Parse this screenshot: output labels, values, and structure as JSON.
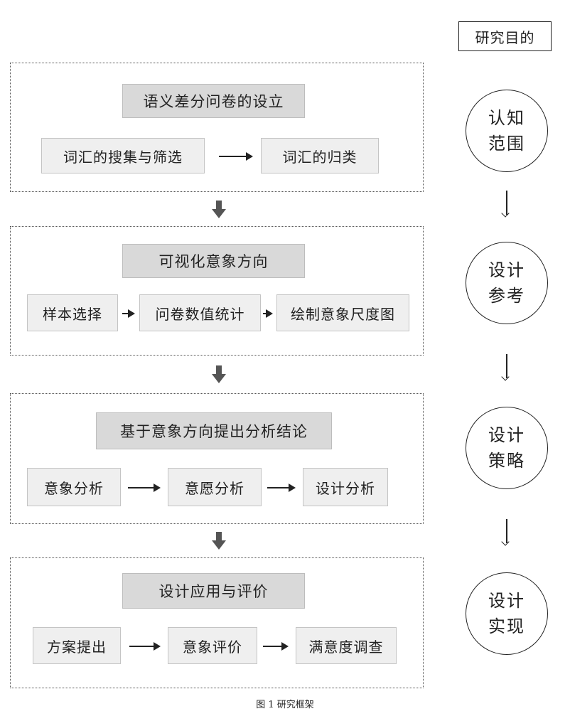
{
  "stages": [
    {
      "title": "语义差分问卷的设立",
      "steps": [
        "词汇的搜集与筛选",
        "词汇的归类"
      ]
    },
    {
      "title": "可视化意象方向",
      "steps": [
        "样本选择",
        "问卷数值统计",
        "绘制意象尺度图"
      ]
    },
    {
      "title": "基于意象方向提出分析结论",
      "steps": [
        "意象分析",
        "意愿分析",
        "设计分析"
      ]
    },
    {
      "title": "设计应用与评价",
      "steps": [
        "方案提出",
        "意象评价",
        "满意度调查"
      ]
    }
  ],
  "purpose": {
    "header": "研究目的",
    "goals": [
      {
        "line1": "认知",
        "line2": "范围"
      },
      {
        "line1": "设计",
        "line2": "参考"
      },
      {
        "line1": "设计",
        "line2": "策略"
      },
      {
        "line1": "设计",
        "line2": "实现"
      }
    ]
  },
  "caption": "图 1 研究框架"
}
